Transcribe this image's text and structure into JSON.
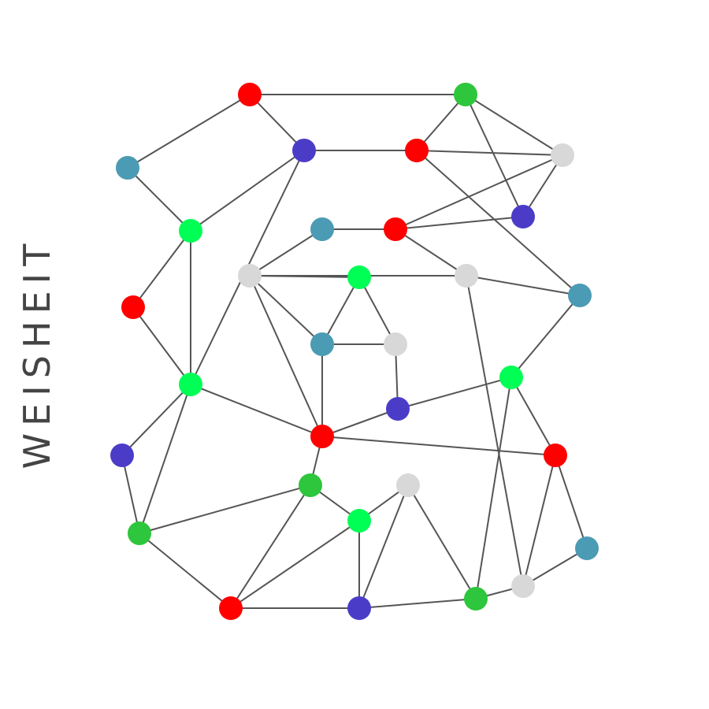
{
  "title": "WEISHEIT",
  "palette": {
    "red": "#ff0000",
    "green": "#2ec63c",
    "lime": "#00ff55",
    "blue": "#4b3cc8",
    "teal": "#4b9bb4",
    "gray": "#d8d8d8",
    "edge": "#555555"
  },
  "nodes": [
    {
      "id": "n1",
      "color": "red"
    },
    {
      "id": "n2",
      "color": "green"
    },
    {
      "id": "n3",
      "color": "blue"
    },
    {
      "id": "n4",
      "color": "red"
    },
    {
      "id": "n5",
      "color": "gray"
    },
    {
      "id": "n6",
      "color": "teal"
    },
    {
      "id": "n7",
      "color": "blue"
    },
    {
      "id": "n8",
      "color": "lime"
    },
    {
      "id": "n9",
      "color": "teal"
    },
    {
      "id": "n10",
      "color": "red"
    },
    {
      "id": "n11",
      "color": "gray"
    },
    {
      "id": "n12",
      "color": "lime"
    },
    {
      "id": "n13",
      "color": "gray"
    },
    {
      "id": "n14",
      "color": "red"
    },
    {
      "id": "n15",
      "color": "teal"
    },
    {
      "id": "n16",
      "color": "teal"
    },
    {
      "id": "n17",
      "color": "gray"
    },
    {
      "id": "n18",
      "color": "lime"
    },
    {
      "id": "n19",
      "color": "lime"
    },
    {
      "id": "n20",
      "color": "blue"
    },
    {
      "id": "n21",
      "color": "red"
    },
    {
      "id": "n22",
      "color": "blue"
    },
    {
      "id": "n23",
      "color": "red"
    },
    {
      "id": "n24",
      "color": "green"
    },
    {
      "id": "n25",
      "color": "gray"
    },
    {
      "id": "n26",
      "color": "lime"
    },
    {
      "id": "n27",
      "color": "green"
    },
    {
      "id": "n28",
      "color": "teal"
    },
    {
      "id": "n29",
      "color": "gray"
    },
    {
      "id": "n30",
      "color": "red"
    },
    {
      "id": "n31",
      "color": "blue"
    },
    {
      "id": "n32",
      "color": "green"
    }
  ],
  "edges": [
    [
      "n1",
      "n2"
    ],
    [
      "n1",
      "n3"
    ],
    [
      "n1",
      "n6"
    ],
    [
      "n2",
      "n4"
    ],
    [
      "n2",
      "n5"
    ],
    [
      "n2",
      "n7"
    ],
    [
      "n3",
      "n4"
    ],
    [
      "n3",
      "n8"
    ],
    [
      "n3",
      "n19"
    ],
    [
      "n4",
      "n5"
    ],
    [
      "n4",
      "n15"
    ],
    [
      "n5",
      "n7"
    ],
    [
      "n5",
      "n10"
    ],
    [
      "n6",
      "n8"
    ],
    [
      "n7",
      "n10"
    ],
    [
      "n8",
      "n14"
    ],
    [
      "n8",
      "n19"
    ],
    [
      "n9",
      "n10"
    ],
    [
      "n9",
      "n11"
    ],
    [
      "n10",
      "n13"
    ],
    [
      "n11",
      "n12"
    ],
    [
      "n11",
      "n13"
    ],
    [
      "n11",
      "n16"
    ],
    [
      "n11",
      "n21"
    ],
    [
      "n12",
      "n16"
    ],
    [
      "n12",
      "n17"
    ],
    [
      "n13",
      "n15"
    ],
    [
      "n13",
      "n29"
    ],
    [
      "n14",
      "n19"
    ],
    [
      "n15",
      "n18"
    ],
    [
      "n16",
      "n17"
    ],
    [
      "n16",
      "n21"
    ],
    [
      "n17",
      "n20"
    ],
    [
      "n18",
      "n20"
    ],
    [
      "n18",
      "n23"
    ],
    [
      "n18",
      "n32"
    ],
    [
      "n19",
      "n21"
    ],
    [
      "n19",
      "n22"
    ],
    [
      "n19",
      "n27"
    ],
    [
      "n20",
      "n21"
    ],
    [
      "n21",
      "n23"
    ],
    [
      "n21",
      "n24"
    ],
    [
      "n22",
      "n27"
    ],
    [
      "n23",
      "n28"
    ],
    [
      "n23",
      "n29"
    ],
    [
      "n24",
      "n26"
    ],
    [
      "n24",
      "n27"
    ],
    [
      "n24",
      "n30"
    ],
    [
      "n25",
      "n26"
    ],
    [
      "n25",
      "n31"
    ],
    [
      "n25",
      "n32"
    ],
    [
      "n26",
      "n30"
    ],
    [
      "n26",
      "n31"
    ],
    [
      "n27",
      "n30"
    ],
    [
      "n28",
      "n29"
    ],
    [
      "n29",
      "n32"
    ],
    [
      "n30",
      "n31"
    ],
    [
      "n31",
      "n32"
    ]
  ]
}
